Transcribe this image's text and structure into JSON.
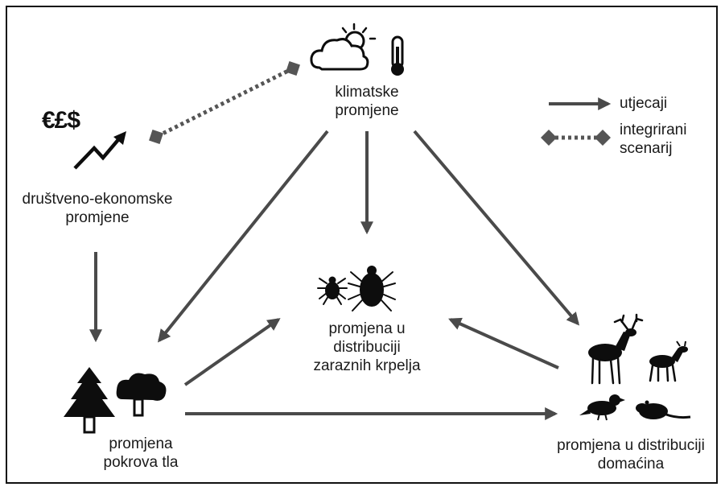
{
  "nodes": {
    "climate": {
      "icon": "cloud-sun-icon",
      "icon2": "thermometer-icon",
      "lines": [
        "klimatske",
        "promjene"
      ]
    },
    "socio": {
      "currency": "€£$",
      "icon": "rising-trend-icon",
      "lines": [
        "društveno-ekonomske",
        "promjene"
      ]
    },
    "ticks": {
      "icon": "tick-icon",
      "lines": [
        "promjena u",
        "distribuciji",
        "zaraznih krpelja"
      ]
    },
    "land": {
      "icon": "tree-icon",
      "lines": [
        "promjena",
        "pokrova tla"
      ]
    },
    "hosts": {
      "icon": "animals-icon",
      "lines": [
        "promjena u distribuciji",
        "domaćina"
      ]
    }
  },
  "legend": {
    "solid_label": "utjecaji",
    "dotted_label_lines": [
      "integrirani",
      "scenarij"
    ]
  },
  "colors": {
    "arrow": "#4a4a4a",
    "icon": "#0d0d0d",
    "text": "#1a1a1a"
  }
}
